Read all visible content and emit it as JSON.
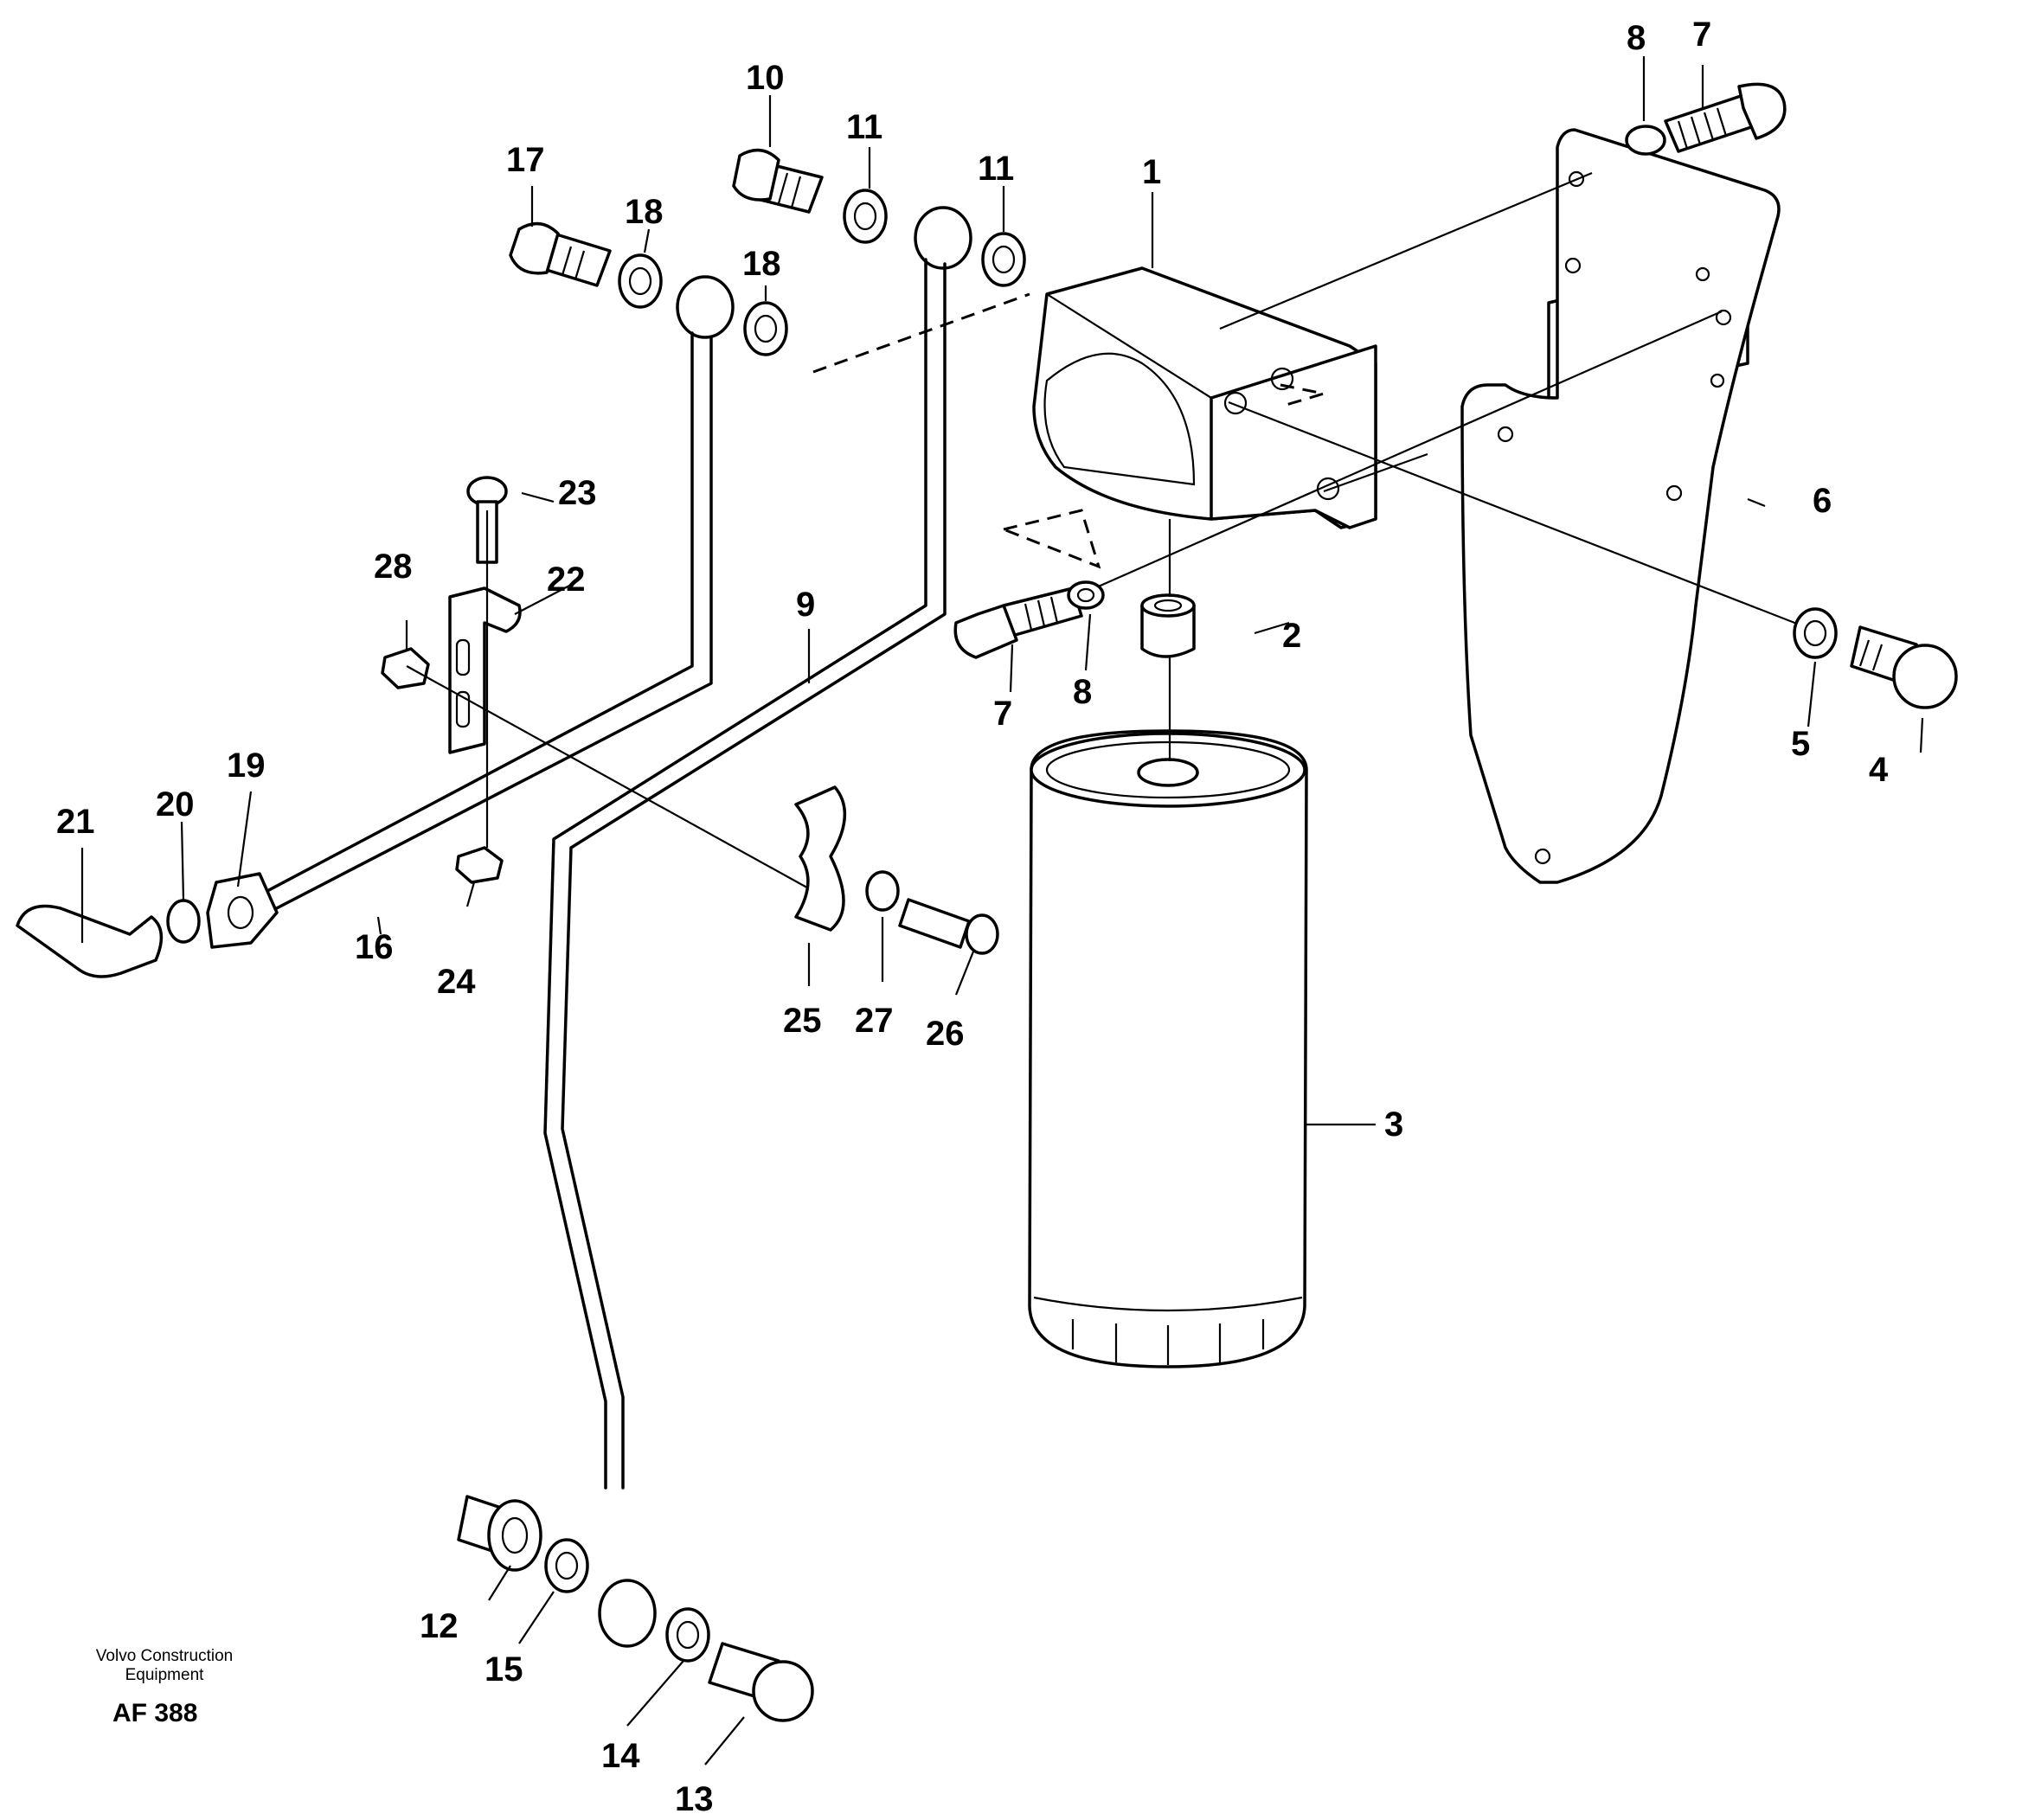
{
  "diagram": {
    "callouts": {
      "c1": "1",
      "c2": "2",
      "c3": "3",
      "c4": "4",
      "c5": "5",
      "c6": "6",
      "c7a": "7",
      "c7b": "7",
      "c8a": "8",
      "c8b": "8",
      "c9": "9",
      "c10": "10",
      "c11a": "11",
      "c11b": "11",
      "c12": "12",
      "c13": "13",
      "c14": "14",
      "c15": "15",
      "c16": "16",
      "c17": "17",
      "c18a": "18",
      "c18b": "18",
      "c19": "19",
      "c20": "20",
      "c21": "21",
      "c22": "22",
      "c23": "23",
      "c24": "24",
      "c25": "25",
      "c26": "26",
      "c27": "27",
      "c28": "28"
    },
    "caption": {
      "line1": "Volvo Construction",
      "line2": "Equipment",
      "ref": "AF 388"
    }
  }
}
